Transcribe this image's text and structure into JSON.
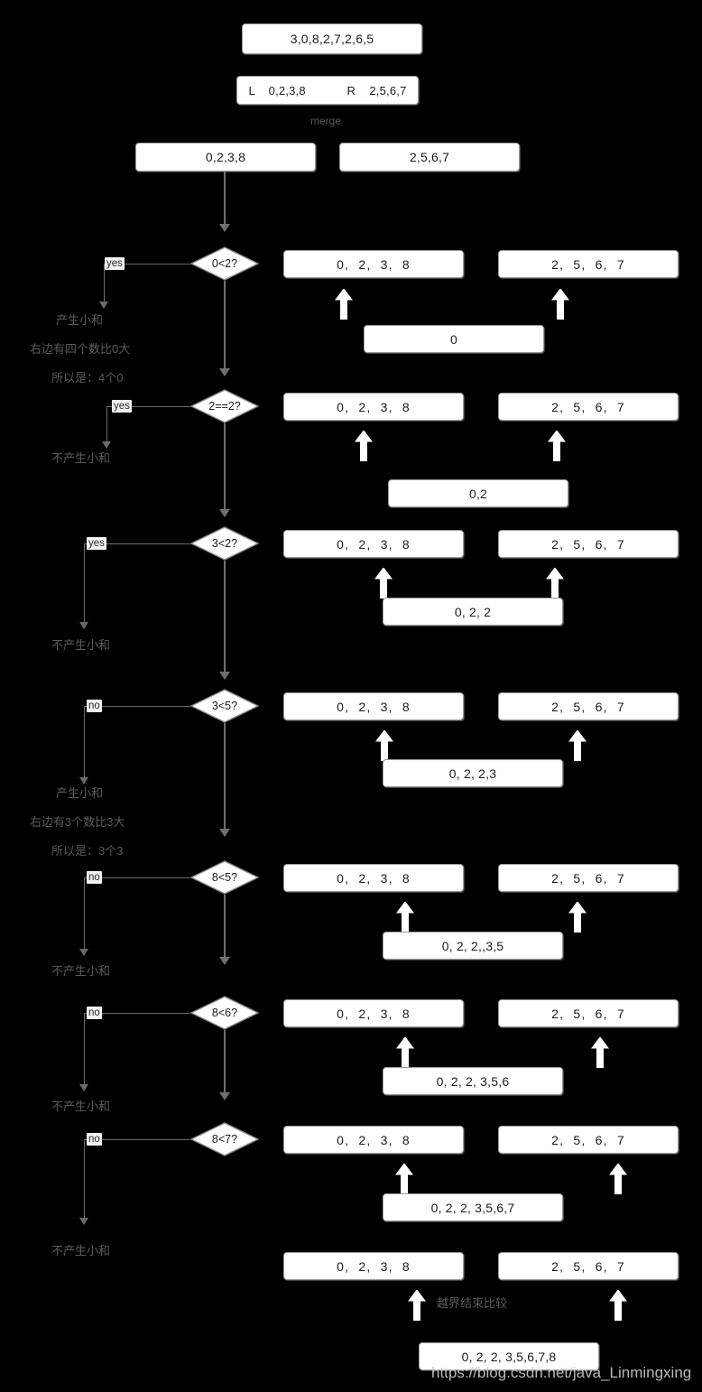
{
  "diagram": {
    "title": "merge sort small-sum comparison walkthrough",
    "bg_color": "#000000",
    "box_fill": "#ffffff",
    "line_color": "#6f6f6f",
    "note_color": "#5e5e5e"
  },
  "top": {
    "original_array": "3,0,8,2,7,2,6,5",
    "split_row": "L    0,2,3,8            R    2,5,6,7",
    "split_left_label": "L",
    "split_left_value": "0,2,3,8",
    "split_right_label": "R",
    "split_right_value": "2,5,6,7",
    "merge_label": "merge",
    "left_half": "0,2,3,8",
    "right_half": "2,5,6,7"
  },
  "steps": [
    {
      "condition": "0<2?",
      "branch": "yes",
      "left_array": "0,  2,  3,  8",
      "right_array": "2,  5,  6,  7",
      "left_ptr_index": 0,
      "right_ptr_index": 0,
      "result": "0",
      "notes": [
        "产生小和",
        "右边有四个数比0大",
        "所以是：4个0"
      ]
    },
    {
      "condition": "2==2?",
      "branch": "yes",
      "left_array": "0,  2,  3,  8",
      "right_array": "2,  5,  6,  7",
      "left_ptr_index": 1,
      "right_ptr_index": 0,
      "result": "0,2",
      "notes": [
        "不产生小和"
      ]
    },
    {
      "condition": "3<2?",
      "branch": "yes",
      "left_array": "0,  2,  3,  8",
      "right_array": "2,  5,  6,  7",
      "left_ptr_index": 2,
      "right_ptr_index": 0,
      "result": "0, 2, 2",
      "notes": [
        "不产生小和"
      ]
    },
    {
      "condition": "3<5?",
      "branch": "no",
      "left_array": "0,  2,  3,  8",
      "right_array": "2,  5,  6,  7",
      "left_ptr_index": 2,
      "right_ptr_index": 1,
      "result": "0, 2, 2,3",
      "notes": [
        "产生小和",
        "右边有3个数比3大",
        "所以是：3个3"
      ]
    },
    {
      "condition": "8<5?",
      "branch": "no",
      "left_array": "0,  2,  3,  8",
      "right_array": "2,  5,  6,  7",
      "left_ptr_index": 3,
      "right_ptr_index": 1,
      "result": "0, 2, 2,,3,5",
      "notes": [
        "不产生小和"
      ]
    },
    {
      "condition": "8<6?",
      "branch": "no",
      "left_array": "0,  2,  3,  8",
      "right_array": "2,  5,  6,  7",
      "left_ptr_index": 3,
      "right_ptr_index": 2,
      "result": "0, 2, 2, 3,5,6",
      "notes": [
        "不产生小和"
      ]
    },
    {
      "condition": "8<7?",
      "branch": "no",
      "left_array": "0,  2,  3,  8",
      "right_array": "2,  5,  6,  7",
      "left_ptr_index": 3,
      "right_ptr_index": 3,
      "result": "0, 2, 2, 3,5,6,7",
      "notes": [
        "不产生小和"
      ]
    }
  ],
  "final": {
    "left_array": "0,  2,  3,  8",
    "right_array": "2,  5,  6,  7",
    "note": "越界结束比较",
    "result": "0, 2, 2, 3,5,6,7,8"
  },
  "footer": {
    "watermark": "https://blog.csdn.net/java_Linmingxing"
  }
}
